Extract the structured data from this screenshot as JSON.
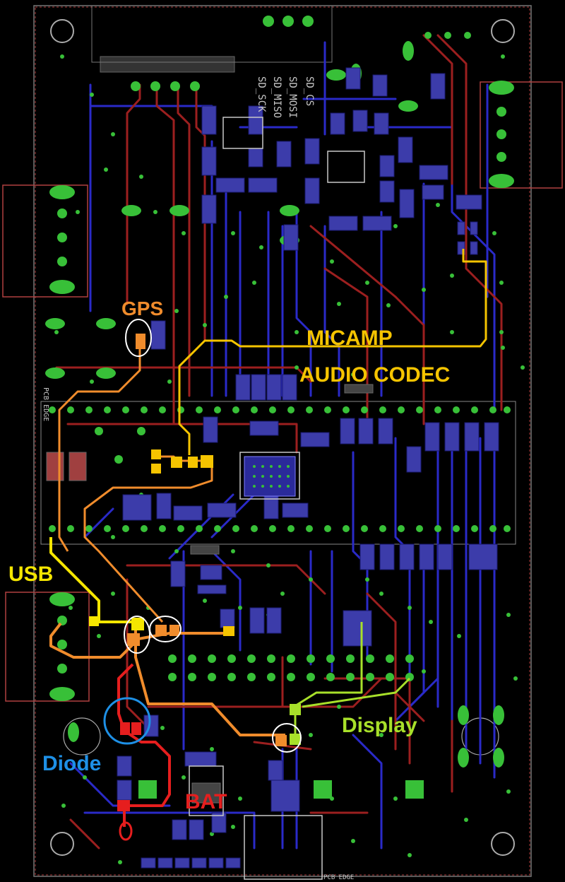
{
  "labels": {
    "gps": "GPS",
    "micamp": "MICAMP",
    "audio_codec": "AUDIO CODEC",
    "usb": "USB",
    "display": "Display",
    "diode": "Diode",
    "bat": "BAT"
  },
  "silkscreen": {
    "sd_sck": "SD_SCK",
    "sd_miso": "SD_MISO",
    "sd_mosi": "SD_MOSI",
    "sd_cs": "SD_CS",
    "pcb_edge": "PCB EDGE"
  },
  "colors": {
    "board_bg": "#000000",
    "bottom_trace": "#2a2ac8",
    "top_trace": "#9c1f1f",
    "pad_blue": "#3c3caa",
    "via_green": "#38c038",
    "gps_color": "#f08c2c",
    "micamp_color": "#f5c400",
    "usb_color": "#f5e600",
    "display_color": "#a8e02a",
    "diode_color": "#1e90e6",
    "bat_color": "#e61e1e",
    "outline": "#b04040"
  }
}
